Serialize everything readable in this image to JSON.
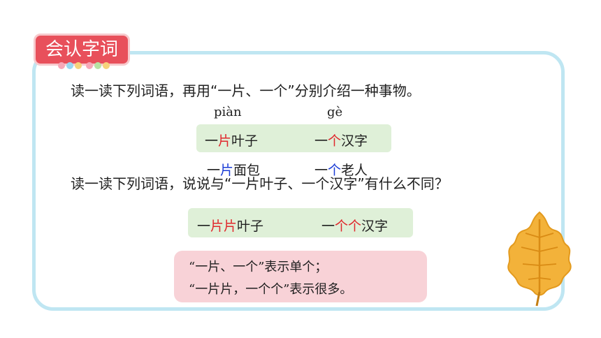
{
  "header": {
    "badge_label": "会认字词"
  },
  "instruction_1": "读一读下列词语，再用“一片、一个”分别介绍一种事物。",
  "pinyin": {
    "pian": "piàn",
    "ge": "gè"
  },
  "box1": {
    "w1": {
      "pre": "一",
      "hl": "片",
      "post": "叶子"
    },
    "w2": {
      "pre": "一",
      "hl": "个",
      "post": "汉字"
    },
    "w3": {
      "pre": "一",
      "hl": "片",
      "post": "面包"
    },
    "w4": {
      "pre": "一",
      "hl": "个",
      "post": "老人"
    }
  },
  "instruction_2": "读一读下列词语，说说与“一片叶子、一个汉字”有什么不同？",
  "box2": {
    "w1": {
      "pre": "一",
      "hl": "片片",
      "post": "叶子"
    },
    "w2": {
      "pre": "一",
      "hl": "个个",
      "post": "汉字"
    }
  },
  "summary": {
    "line1": "“一片、一个”表示单个；",
    "line2": "“一片片，一个个”表示很多。"
  },
  "colors": {
    "accent_red": "#e0272c",
    "accent_blue": "#1a3cd6",
    "badge": "#e8505b",
    "frame": "#bfe6f2"
  }
}
